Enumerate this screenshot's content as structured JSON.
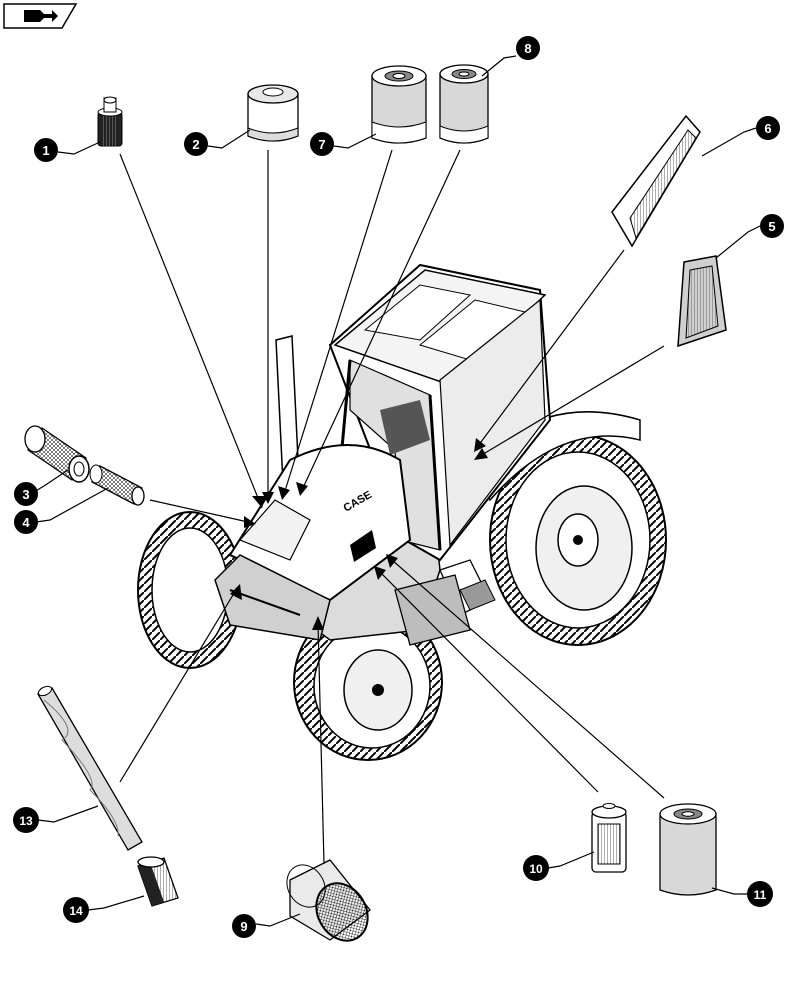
{
  "colors": {
    "ink": "#000000",
    "paper": "#ffffff",
    "shade": "#cfcfcf",
    "light": "#e8e8e8"
  },
  "icons": {
    "corner_badge": "navigation-arrow-icon"
  },
  "callouts": [
    {
      "id": "1",
      "part": "small-inline-filter"
    },
    {
      "id": "2",
      "part": "spin-on-filter-short"
    },
    {
      "id": "3",
      "part": "air-filter-outer-element"
    },
    {
      "id": "4",
      "part": "air-filter-inner-element"
    },
    {
      "id": "5",
      "part": "cab-recirculation-filter"
    },
    {
      "id": "6",
      "part": "cab-air-filter-panel"
    },
    {
      "id": "7",
      "part": "spin-on-filter-tall"
    },
    {
      "id": "8",
      "part": "spin-on-filter-slim"
    },
    {
      "id": "9",
      "part": "round-air-filter-element"
    },
    {
      "id": "10",
      "part": "cartridge-filter-small"
    },
    {
      "id": "11",
      "part": "spin-on-filter-large"
    },
    {
      "id": "13",
      "part": "long-tube-filter"
    },
    {
      "id": "14",
      "part": "short-cylinder-element"
    }
  ]
}
